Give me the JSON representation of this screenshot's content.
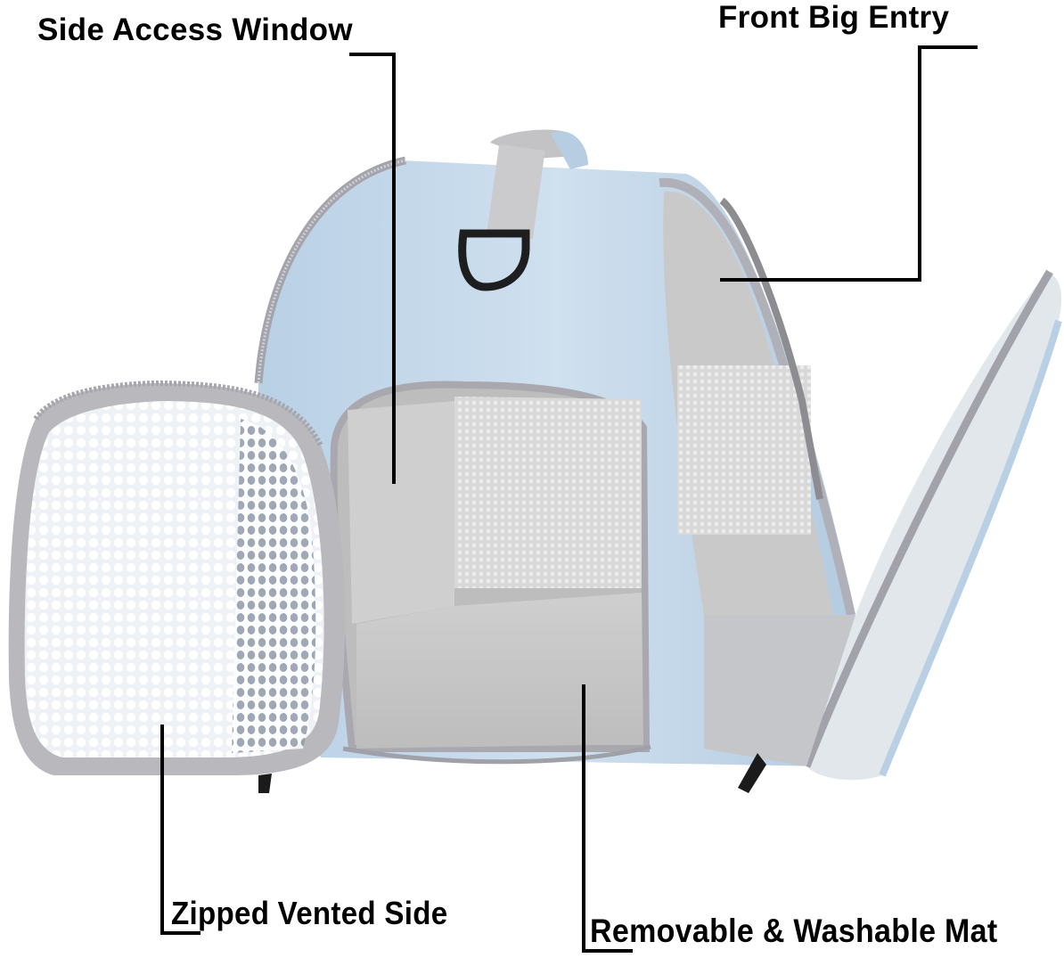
{
  "image": {
    "type": "product-feature-diagram",
    "subject": "pet-carrier-bag",
    "colors": {
      "background": "#ffffff",
      "bag_body": "#c9dcec",
      "bag_shadow": "#a9c2d9",
      "trim_gray": "#b8b8bc",
      "zipper": "#9a9aa2",
      "interior_gray": "#c4c4c4",
      "interior_light": "#dadada",
      "mesh_white": "#f2f4f6",
      "strap_gray": "#c8c8ca",
      "d_ring": "#1e1e1e",
      "leader_line": "#000000",
      "label_text": "#000000"
    }
  },
  "callouts": [
    {
      "id": "side-access-window",
      "label": "Side Access Window"
    },
    {
      "id": "front-big-entry",
      "label": "Front Big Entry"
    },
    {
      "id": "zipped-vented-side",
      "label": "Zipped Vented Side"
    },
    {
      "id": "removable-washable-mat",
      "label": "Removable & Washable Mat"
    }
  ]
}
